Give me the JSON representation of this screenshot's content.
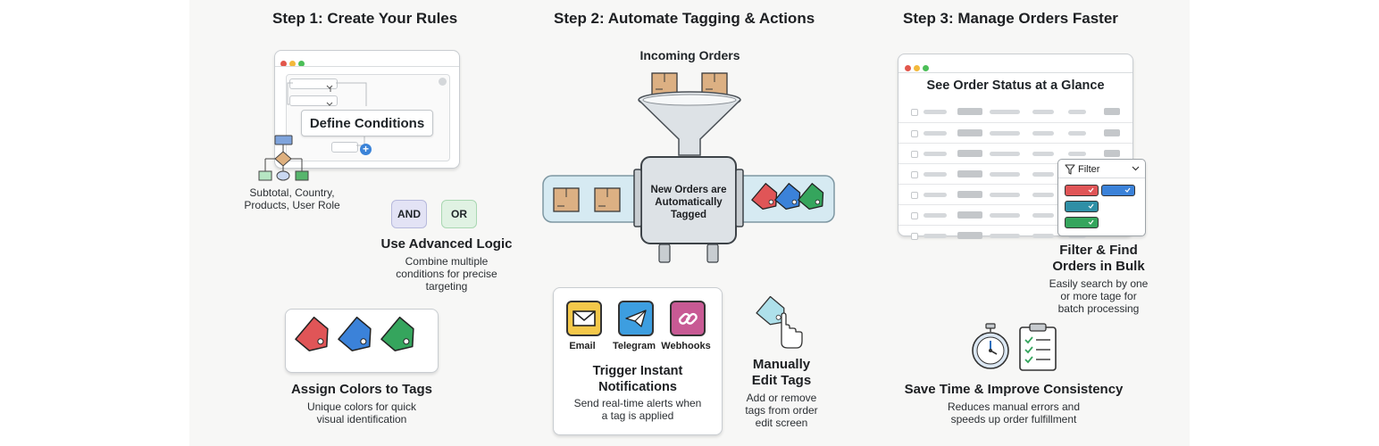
{
  "step1": {
    "title": "Step 1: Create Your Rules",
    "define_label": "Define Conditions",
    "conditions_caption": [
      "Subtotal, Country,",
      "Products, User Role"
    ],
    "and_label": "AND",
    "or_label": "OR",
    "logic_title": "Use Advanced Logic",
    "logic_desc": [
      "Combine multiple",
      "conditions for precise",
      "targeting"
    ],
    "colors_title": "Assign Colors to Tags",
    "colors_desc": [
      "Unique colors for quick",
      "visual identification"
    ]
  },
  "step2": {
    "title": "Step 2: Automate Tagging & Actions",
    "incoming_label": "Incoming Orders",
    "machine_label": [
      "New Orders are",
      "Automatically",
      "Tagged"
    ],
    "notif_icons": [
      {
        "label": "Email",
        "icon": "envelope-icon",
        "color": "#f4c84a"
      },
      {
        "label": "Telegram",
        "icon": "paper-plane-icon",
        "color": "#3d9ee0"
      },
      {
        "label": "Webhooks",
        "icon": "link-icon",
        "color": "#c85a94"
      }
    ],
    "notif_title": [
      "Trigger Instant",
      "Notifications"
    ],
    "notif_desc": [
      "Send real-time alerts when",
      "a tag is applied"
    ],
    "edit_title": [
      "Manually",
      "Edit Tags"
    ],
    "edit_desc": [
      "Add or remove",
      "tags from order",
      "edit screen"
    ]
  },
  "step3": {
    "title": "Step 3: Manage Orders Faster",
    "status_label": "See Order Status at a Glance",
    "filter_label": "Filter",
    "filter_title": [
      "Filter & Find",
      "Orders in Bulk"
    ],
    "filter_desc": [
      "Easily search by one",
      "or more tage for",
      "batch processing"
    ],
    "save_title": "Save Time & Improve Consistency",
    "save_desc": [
      "Reduces manual errors and",
      "speeds up order fulfillment"
    ]
  },
  "colors": {
    "tag_red": "#e05557",
    "tag_blue": "#3b82d9",
    "tag_green": "#35a55d",
    "tag_teal": "#2f8fa6",
    "box_tan": "#dcb083",
    "window_red": "#e2574c",
    "window_yellow": "#f3b93c",
    "window_green": "#4cbf58",
    "and_bg": "#e3e3f5",
    "or_bg": "#e0f2e3"
  }
}
